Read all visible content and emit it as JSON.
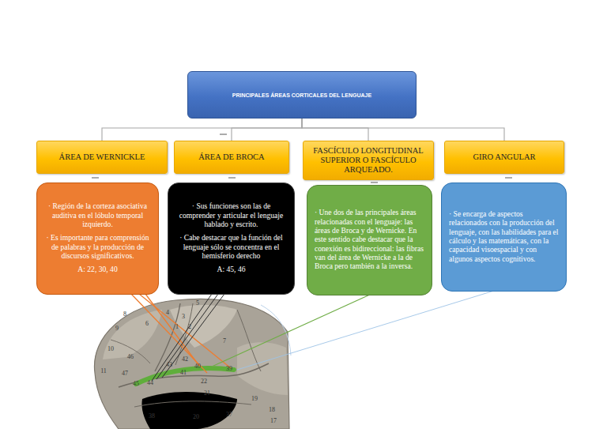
{
  "diagram": {
    "nodes": [
      {
        "text": [
          "PRINCIPALES ÁREAS CORTICALES DEL LENGUAJE"
        ]
      },
      {
        "text": [
          "ÁREA DE WERNICKLE"
        ]
      },
      {
        "text": [
          "· Región de la corteza asociativa auditiva en el lóbulo temporal izquierdo.",
          "· Es importante para comprensión de palabras y la producción de discursos significativos.",
          "A: 22, 30, 40"
        ]
      },
      {
        "text": [
          "ÁREA DE BROCA"
        ]
      },
      {
        "text": [
          "· Sus funciones son las de comprender y articular el lenguaje hablado y escrito.",
          "· Cabe destacar que la función del lenguaje sólo se concentra en el hemisferio derecho",
          "A: 45, 46"
        ]
      },
      {
        "text": [
          "FASCÍCULO LONGITUDINAL SUPERIOR O FASCÍCULO ARQUEADO."
        ]
      },
      {
        "text": [
          "· Une dos de las principales áreas relacionadas con el lenguaje: las áreas de Broca y de Wernicke. En este sentido cabe destacar que la conexión es bidireccional: las fibras van del área de Wernicke a la de Broca pero también a la inversa."
        ]
      },
      {
        "text": [
          "GIRO ANGULAR"
        ]
      },
      {
        "text": [
          "· Se encarga de aspectos relacionados con la producción del lenguaje, con las habilidades para el cálculo y las matemáticas, con la capacidad visoespacial y con algunos aspectos cognitivos."
        ]
      }
    ],
    "edges": [
      {
        "from": 0,
        "to": 1,
        "arrow": "none"
      },
      {
        "from": 0,
        "to": 3,
        "arrow": "none"
      },
      {
        "from": 0,
        "to": 5,
        "arrow": "none"
      },
      {
        "from": 0,
        "to": 7,
        "arrow": "none"
      }
    ],
    "labels": [
      "5",
      "8",
      "4",
      "3",
      "9",
      "6",
      "1",
      "2",
      "7",
      "10",
      "46",
      "42",
      "43",
      "40",
      "39",
      "11",
      "41",
      "47",
      "45",
      "44",
      "22",
      "21",
      "19",
      "18",
      "37",
      "38",
      "20",
      "17"
    ]
  }
}
